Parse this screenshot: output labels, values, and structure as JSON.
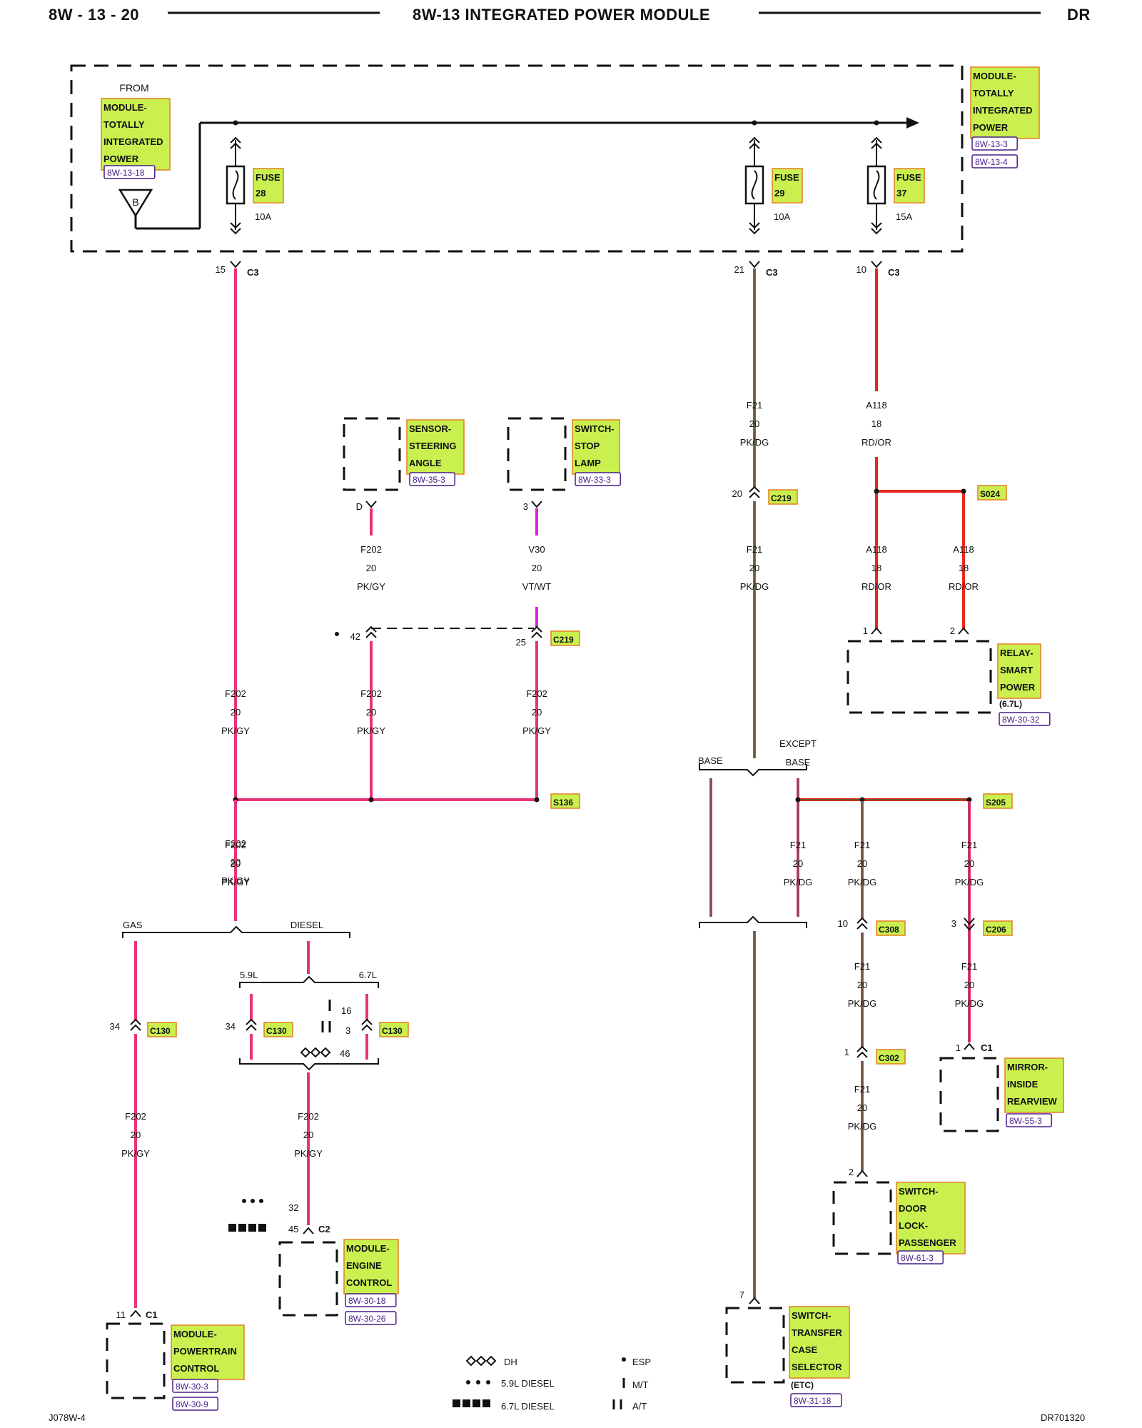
{
  "header": {
    "page_left": "8W - 13 - 20",
    "title": "8W-13 INTEGRATED POWER MODULE",
    "page_right": "DR"
  },
  "footer": {
    "left": "J078W-4",
    "right": "DR701320"
  },
  "colors": {
    "pink_wire": "#e8337a",
    "red_wire": "#e8281e",
    "violet_wire": "#e51ce6",
    "label_fill": "#c9f04f",
    "label_border": "#e67e22",
    "ref_color": "#4a1f8a",
    "dg_stripe": "#2f6b2a"
  },
  "ipm": {
    "from": "FROM",
    "source_name": "MODULE-\nTOTALLY\nINTEGRATED\nPOWER",
    "source_ref": "8W-13-18",
    "source_pin": "B",
    "continued_name": "MODULE-\nTOTALLY\nINTEGRATED\nPOWER",
    "continued_refs": [
      "8W-13-3",
      "8W-13-4"
    ],
    "fuses": [
      {
        "label": "FUSE\n28",
        "rating": "10A",
        "pin": "15",
        "connector": "C3"
      },
      {
        "label": "FUSE\n29",
        "rating": "10A",
        "pin": "21",
        "connector": "C3"
      },
      {
        "label": "FUSE\n37",
        "rating": "15A",
        "pin": "10",
        "connector": "C3"
      }
    ]
  },
  "components": {
    "steering": {
      "name": "SENSOR-\nSTEERING\nANGLE",
      "ref": "8W-35-3",
      "pin": "D"
    },
    "stop_lamp": {
      "name": "SWITCH-\nSTOP\nLAMP",
      "ref": "8W-33-3",
      "pin": "3"
    },
    "relay": {
      "name": "RELAY-\nSMART\nPOWER",
      "note": "(6.7L)",
      "ref": "8W-30-32",
      "pin1": "1",
      "pin2": "2"
    },
    "pcm": {
      "name": "MODULE-\nPOWERTRAIN\nCONTROL",
      "refs": [
        "8W-30-3",
        "8W-30-9"
      ],
      "pin": "11",
      "connector": "C1"
    },
    "ecm": {
      "name": "MODULE-\nENGINE\nCONTROL",
      "refs": [
        "8W-30-18",
        "8W-30-26"
      ],
      "pin_a": "32",
      "pin_b": "45",
      "connector": "C2"
    },
    "mirror": {
      "name": "MIRROR-\nINSIDE\nREARVIEW",
      "ref": "8W-55-3",
      "pin": "1",
      "connector": "C1"
    },
    "door_lock": {
      "name": "SWITCH-\nDOOR\nLOCK-\nPASSENGER",
      "ref": "8W-61-3",
      "pin": "2"
    },
    "transfer": {
      "name": "SWITCH-\nTRANSFER\nCASE\nSELECTOR",
      "note": "(ETC)",
      "ref": "8W-31-18",
      "pin": "7"
    }
  },
  "wires": {
    "f202": [
      "F202",
      "20",
      "PK/GY"
    ],
    "v30": [
      "V30",
      "20",
      "VT/WT"
    ],
    "f21": [
      "F21",
      "20",
      "PK/DG"
    ],
    "a118": [
      "A118",
      "18",
      "RD/OR"
    ]
  },
  "splices": {
    "s136": "S136",
    "s205": "S205",
    "s024": "S024"
  },
  "connectors": {
    "c219": "C219",
    "c130": "C130",
    "c308": "C308",
    "c302": "C302",
    "c206": "C206",
    "pin_42": "42",
    "pin_25": "25",
    "pin_20": "20",
    "pin_34": "34",
    "pin_16": "16",
    "pin_3": "3",
    "pin_46": "46",
    "pin_10": "10",
    "pin_1": "1",
    "pin_3b": "3"
  },
  "branches": {
    "gas": "GAS",
    "diesel": "DIESEL",
    "l59": "5.9L",
    "l67": "6.7L",
    "base": "BASE",
    "except_base": "EXCEPT\nBASE"
  },
  "legend": [
    {
      "icon": "diamond-icon",
      "text": "DH"
    },
    {
      "icon": "dot-icon",
      "text": "5.9L DIESEL"
    },
    {
      "icon": "square-icon",
      "text": "6.7L DIESEL"
    },
    {
      "icon": "small-dot-icon",
      "text": "ESP"
    },
    {
      "icon": "dash-icon",
      "text": "M/T"
    },
    {
      "icon": "double-dash-icon",
      "text": "A/T"
    }
  ]
}
